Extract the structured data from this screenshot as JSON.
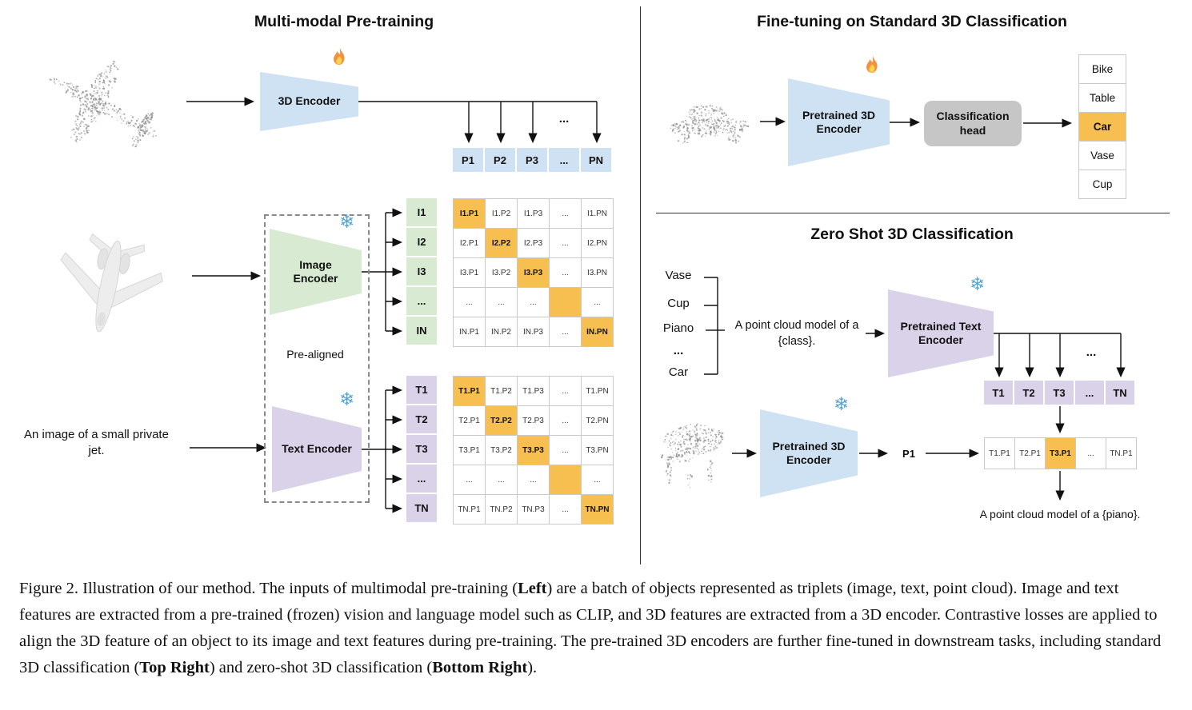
{
  "figure": {
    "icons": {
      "trainable": "fire-icon",
      "frozen_glyph": "❄",
      "frozen": "snowflake-icon"
    },
    "colors": {
      "encoder_blue": "#cfe2f3",
      "encoder_green": "#d9ead3",
      "encoder_purple": "#d9d2e9",
      "highlight_orange": "#f7bf4f",
      "head_gray": "#c6c6c6"
    },
    "panels": {
      "pretraining": {
        "title": "Multi-modal Pre-training",
        "encoder3d_label": "3D Encoder",
        "image_encoder_label": "Image Encoder",
        "text_encoder_label": "Text Encoder",
        "prealigned": "Pre-aligned",
        "text_input": "An image of a small private jet.",
        "dots": "...",
        "p_header": [
          "P1",
          "P2",
          "P3",
          "...",
          "PN"
        ],
        "image_rows": [
          "I1",
          "I2",
          "I3",
          "...",
          "IN"
        ],
        "image_matrix": [
          [
            "I1.P1",
            "I1.P2",
            "I1.P3",
            "...",
            "I1.PN"
          ],
          [
            "I2.P1",
            "I2.P2",
            "I2.P3",
            "...",
            "I2.PN"
          ],
          [
            "I3.P1",
            "I3.P2",
            "I3.P3",
            "...",
            "I3.PN"
          ],
          [
            "...",
            "...",
            "...",
            "",
            "..."
          ],
          [
            "IN.P1",
            "IN.P2",
            "IN.P3",
            "...",
            "IN.PN"
          ]
        ],
        "text_rows": [
          "T1",
          "T2",
          "T3",
          "...",
          "TN"
        ],
        "text_matrix": [
          [
            "T1.P1",
            "T1.P2",
            "T1.P3",
            "...",
            "T1.PN"
          ],
          [
            "T2.P1",
            "T2.P2",
            "T2.P3",
            "...",
            "T2.PN"
          ],
          [
            "T3.P1",
            "T3.P2",
            "T3.P3",
            "...",
            "T3.PN"
          ],
          [
            "...",
            "...",
            "...",
            "",
            "..."
          ],
          [
            "TN.P1",
            "TN.P2",
            "TN.P3",
            "...",
            "TN.PN"
          ]
        ]
      },
      "finetune": {
        "title": "Fine-tuning on Standard 3D Classification",
        "encoder_label": "Pretrained 3D Encoder",
        "head_label": "Classification head",
        "classes": [
          "Bike",
          "Table",
          "Car",
          "Vase",
          "Cup"
        ],
        "predicted_class": "Car",
        "predicted_index": 2
      },
      "zeroshot": {
        "title": "Zero Shot 3D Classification",
        "classes": [
          "Vase",
          "Cup",
          "Piano",
          "...",
          "Car"
        ],
        "prompt": "A point cloud model of a {class}.",
        "text_encoder_label": "Pretrained Text Encoder",
        "encoder3d_label": "Pretrained 3D Encoder",
        "p_cell": "P1",
        "dots": "...",
        "t_header": [
          "T1",
          "T2",
          "T3",
          "...",
          "TN"
        ],
        "result_row": [
          "T1.P1",
          "T2.P1",
          "T3.P1",
          "...",
          "TN.P1"
        ],
        "result_highlight_index": 2,
        "result_text": "A point cloud model of a {piano}."
      }
    },
    "graphics": {
      "airplane_point_cloud": "airplane-point-cloud",
      "jet_image": "private-jet-image",
      "car_point_cloud": "car-point-cloud",
      "piano_point_cloud": "piano-point-cloud"
    },
    "caption": {
      "segments": [
        "Figure 2. Illustration of our method. The inputs of multimodal pre-training (",
        "Left",
        ") are a batch of objects represented as triplets (image, text, point cloud). Image and text features are extracted from a pre-trained (frozen) vision and language model such as CLIP, and 3D features are extracted from a 3D encoder. Contrastive losses are applied to align the 3D feature of an object to its image and text features during pre-training. The pre-trained 3D encoders are further fine-tuned in downstream tasks, including standard 3D classification (",
        "Top Right",
        ") and zero-shot 3D classification (",
        "Bottom Right",
        ")."
      ]
    }
  }
}
